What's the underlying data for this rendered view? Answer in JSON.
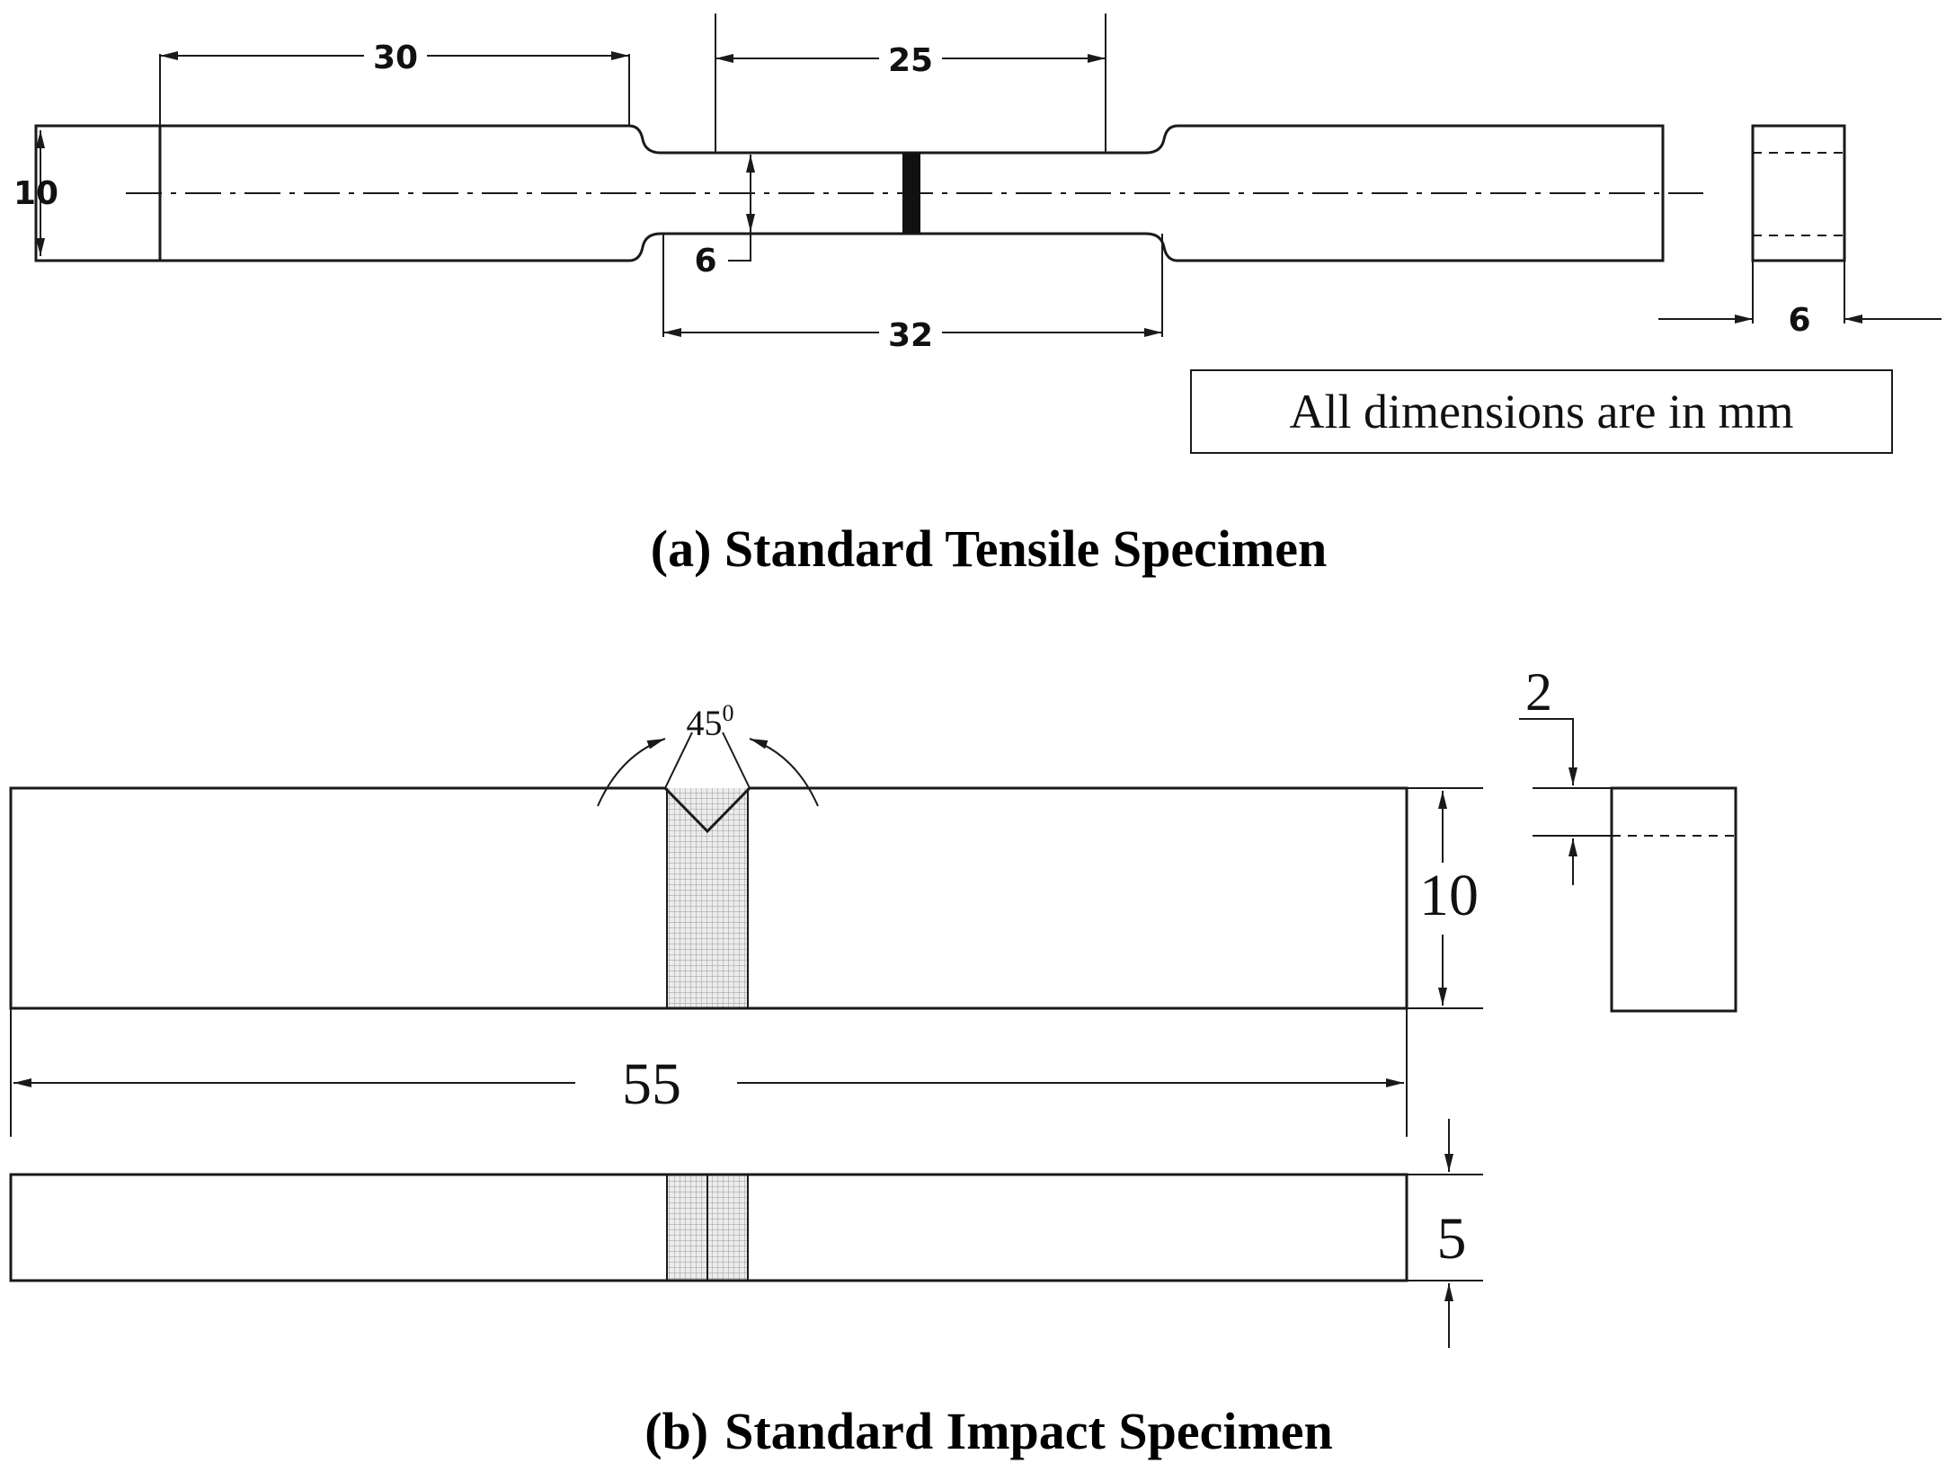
{
  "tensile": {
    "dims": {
      "grip_length": "30",
      "gauge_length": "25",
      "reduced_length": "32",
      "grip_width": "10",
      "gauge_width": "6",
      "thickness": "6"
    },
    "note": "All dimensions are in mm",
    "caption": "(a) Standard Tensile Specimen"
  },
  "impact": {
    "dims": {
      "length": "55",
      "height": "10",
      "width": "5",
      "notch_depth": "2",
      "notch_angle": "45",
      "notch_angle_unit": "0"
    },
    "caption_label": "(b)",
    "caption_text": "Standard Impact Specimen"
  }
}
